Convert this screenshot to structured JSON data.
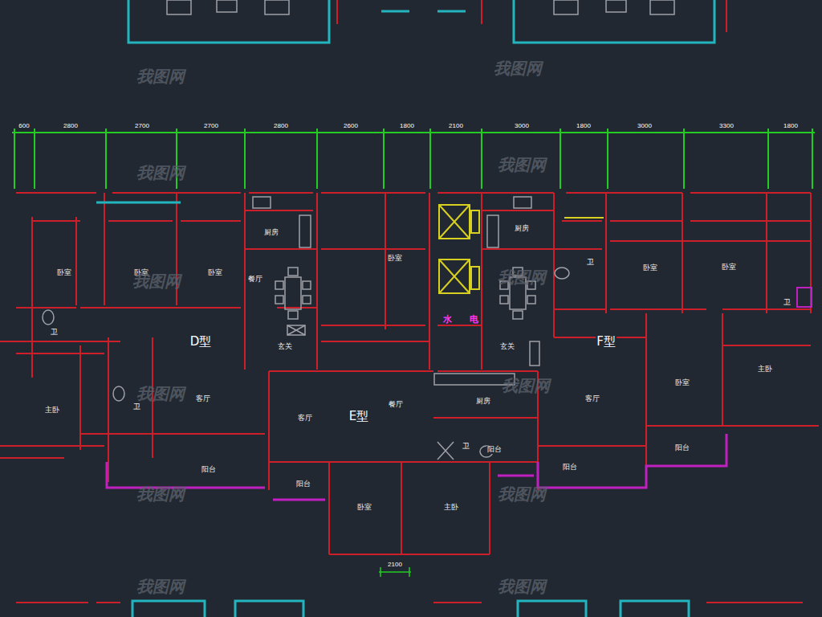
{
  "diagram": {
    "labels": [
      "600",
      "2800",
      "2700",
      "2700",
      "2800",
      "2600",
      "1800",
      "2100",
      "3000",
      "1800",
      "3000",
      "3300",
      "1800",
      "厨房",
      "厨房",
      "卧室",
      "卧室",
      "卧室",
      "餐厅",
      "卧室",
      "卫",
      "卧室",
      "卧室",
      "卫",
      "水",
      "电",
      "卫",
      "D型",
      "玄关",
      "玄关",
      "F型",
      "主卧",
      "卧室",
      "主卧",
      "卫",
      "客厅",
      "客厅",
      "E型",
      "餐厅",
      "厨房",
      "客厅",
      "卫",
      "阳台",
      "阳台",
      "阳台",
      "阳台",
      "阳台",
      "卧室",
      "主卧",
      "2100",
      "我图网",
      "我图网",
      "我图网",
      "我图网",
      "我图网",
      "我图网",
      "我图网",
      "我图网",
      "我图网",
      "我图网",
      "我图网",
      "我图网"
    ]
  }
}
